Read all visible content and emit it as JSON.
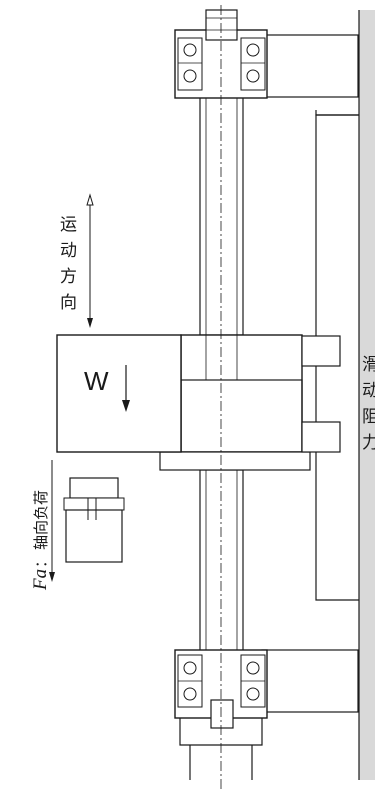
{
  "motion_direction": {
    "chars": [
      "运",
      "动",
      "方",
      "向"
    ]
  },
  "weight_label": "W",
  "axial_load": {
    "symbol": "Fa",
    "separator": "：",
    "text": "轴向负荷"
  },
  "friction_resistance": {
    "chars": [
      "滑",
      "动",
      "阻",
      "力"
    ]
  }
}
